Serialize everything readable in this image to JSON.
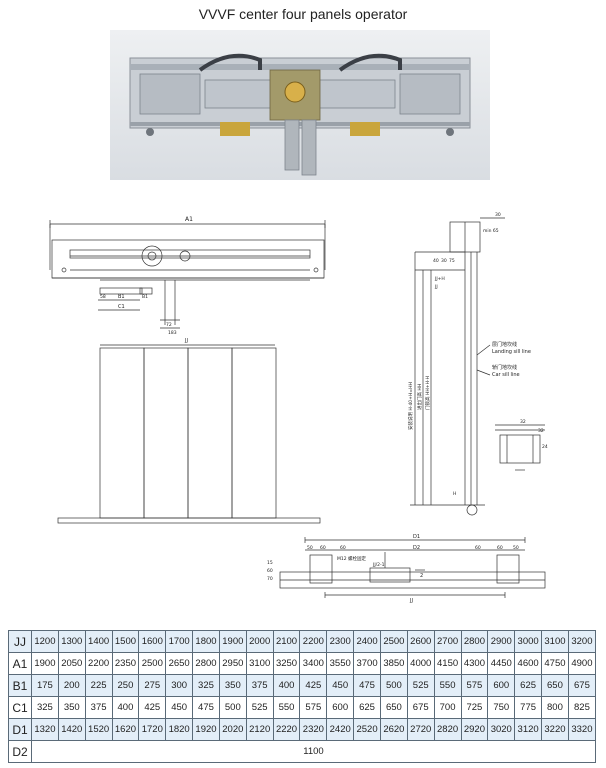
{
  "title": "VVVF center four panels operator",
  "front_view": {
    "labels": [
      "A1",
      "B1",
      "C1",
      "58",
      "B1",
      "72",
      "183",
      "JJ"
    ]
  },
  "side_view": {
    "labels": [
      "30",
      "min 65",
      "40",
      "30",
      "75",
      "JJ+H",
      "JJ",
      "层门地坎线",
      "Landing sill line",
      "轿门地坎线",
      "Car sill line",
      "32",
      "32",
      "24",
      "H",
      "安装说明 H-40+H=HH",
      "进出门高 HH",
      "门锁高 HH+H-H"
    ]
  },
  "top_view": {
    "labels": [
      "D1",
      "D2",
      "50",
      "60",
      "60",
      "M12 螺栓固定",
      "60",
      "60",
      "50",
      "JJ/2-1",
      "2",
      "JJ",
      "15",
      "60",
      "70"
    ]
  },
  "table": {
    "rows": [
      {
        "label": "JJ",
        "values": [
          "1200",
          "1300",
          "1400",
          "1500",
          "1600",
          "1700",
          "1800",
          "1900",
          "2000",
          "2100",
          "2200",
          "2300",
          "2400",
          "2500",
          "2600",
          "2700",
          "2800",
          "2900",
          "3000",
          "3100",
          "3200"
        ]
      },
      {
        "label": "A1",
        "values": [
          "1900",
          "2050",
          "2200",
          "2350",
          "2500",
          "2650",
          "2800",
          "2950",
          "3100",
          "3250",
          "3400",
          "3550",
          "3700",
          "3850",
          "4000",
          "4150",
          "4300",
          "4450",
          "4600",
          "4750",
          "4900"
        ]
      },
      {
        "label": "B1",
        "values": [
          "175",
          "200",
          "225",
          "250",
          "275",
          "300",
          "325",
          "350",
          "375",
          "400",
          "425",
          "450",
          "475",
          "500",
          "525",
          "550",
          "575",
          "600",
          "625",
          "650",
          "675"
        ]
      },
      {
        "label": "C1",
        "values": [
          "325",
          "350",
          "375",
          "400",
          "425",
          "450",
          "475",
          "500",
          "525",
          "550",
          "575",
          "600",
          "625",
          "650",
          "675",
          "700",
          "725",
          "750",
          "775",
          "800",
          "825"
        ]
      },
      {
        "label": "D1",
        "values": [
          "1320",
          "1420",
          "1520",
          "1620",
          "1720",
          "1820",
          "1920",
          "2020",
          "2120",
          "2220",
          "2320",
          "2420",
          "2520",
          "2620",
          "2720",
          "2820",
          "2920",
          "3020",
          "3120",
          "3220",
          "3320"
        ]
      },
      {
        "label": "D2",
        "values": [
          "1100"
        ]
      }
    ]
  }
}
